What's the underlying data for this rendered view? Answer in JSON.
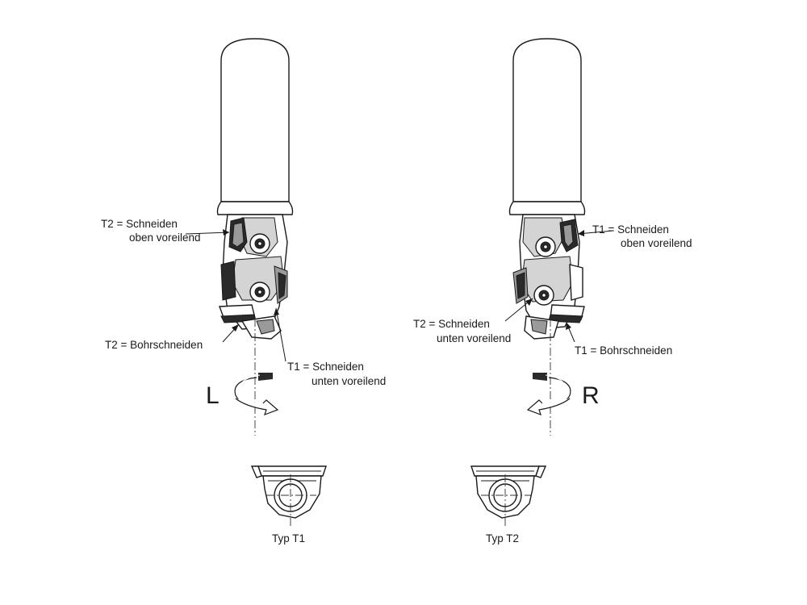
{
  "left": {
    "label_top": [
      "T2  = Schneiden",
      "oben voreilend"
    ],
    "label_drill": "T2  = Bohrschneiden",
    "label_bottom": [
      "T1  = Schneiden",
      "unten voreilend"
    ],
    "rotation": "L",
    "insert_type": "Typ T1"
  },
  "right": {
    "label_top": [
      "T1  = Schneiden",
      "oben voreilend"
    ],
    "label_bottom": [
      "T2 = Schneiden",
      "unten voreilend"
    ],
    "label_drill": "T1  = Bohrschneiden",
    "rotation": "R",
    "insert_type": "Typ T2"
  }
}
